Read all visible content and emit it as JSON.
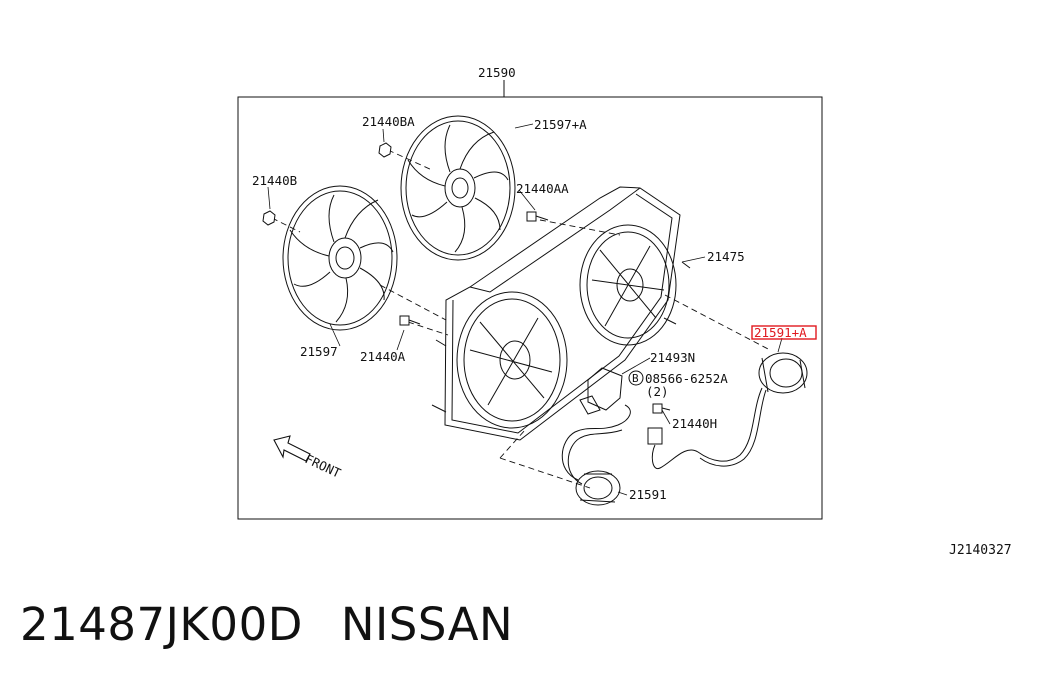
{
  "diagram": {
    "assembly_label": "21590",
    "callouts": {
      "fan_nut_ba": "21440BA",
      "fan_blade_a": "21597+A",
      "fan_nut_b": "21440B",
      "bolt_aa": "21440AA",
      "shroud": "21475",
      "highlighted_part": "21591+A",
      "fan_blade": "21597",
      "bolt_a": "21440A",
      "resistor": "21493N",
      "screw": "08566-6252A",
      "screw_qty": "(2)",
      "bolt_h": "21440H",
      "motor": "21591"
    },
    "screw_symbol": "B",
    "front_label": "FRONT",
    "highlight_color": "#e0191f"
  },
  "ref_code": "J2140327",
  "footer": {
    "part_number": "21487JK00D",
    "brand": "NISSAN"
  }
}
